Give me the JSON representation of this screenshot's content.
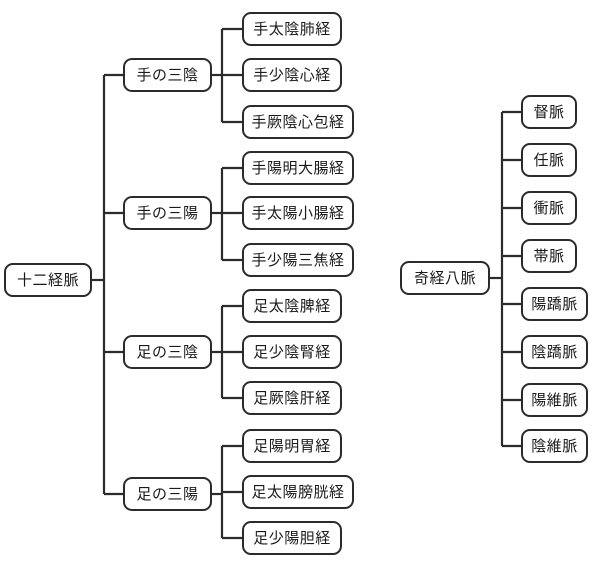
{
  "diagram": {
    "type": "tree-diagram",
    "background_color": "#ffffff",
    "line_color": "#2b2b2b",
    "text_color": "#1a1a1a",
    "trees": [
      {
        "id": "twelve-meridians",
        "root": {
          "label": "十二経脈"
        },
        "branches": [
          {
            "label": "手の三陰",
            "children": [
              {
                "label": "手太陰肺経"
              },
              {
                "label": "手少陰心経"
              },
              {
                "label": "手厥陰心包経"
              }
            ]
          },
          {
            "label": "手の三陽",
            "children": [
              {
                "label": "手陽明大腸経"
              },
              {
                "label": "手太陽小腸経"
              },
              {
                "label": "手少陽三焦経"
              }
            ]
          },
          {
            "label": "足の三陰",
            "children": [
              {
                "label": "足太陰脾経"
              },
              {
                "label": "足少陰腎経"
              },
              {
                "label": "足厥陰肝経"
              }
            ]
          },
          {
            "label": "足の三陽",
            "children": [
              {
                "label": "足陽明胃経"
              },
              {
                "label": "足太陽膀胱経"
              },
              {
                "label": "足少陽胆経"
              }
            ]
          }
        ]
      },
      {
        "id": "eight-extraordinary-vessels",
        "root": {
          "label": "奇経八脈"
        },
        "children": [
          {
            "label": "督脈"
          },
          {
            "label": "任脈"
          },
          {
            "label": "衝脈"
          },
          {
            "label": "帯脈"
          },
          {
            "label": "陽蹻脈"
          },
          {
            "label": "陰蹻脈"
          },
          {
            "label": "陽維脈"
          },
          {
            "label": "陰維脈"
          }
        ]
      }
    ]
  }
}
